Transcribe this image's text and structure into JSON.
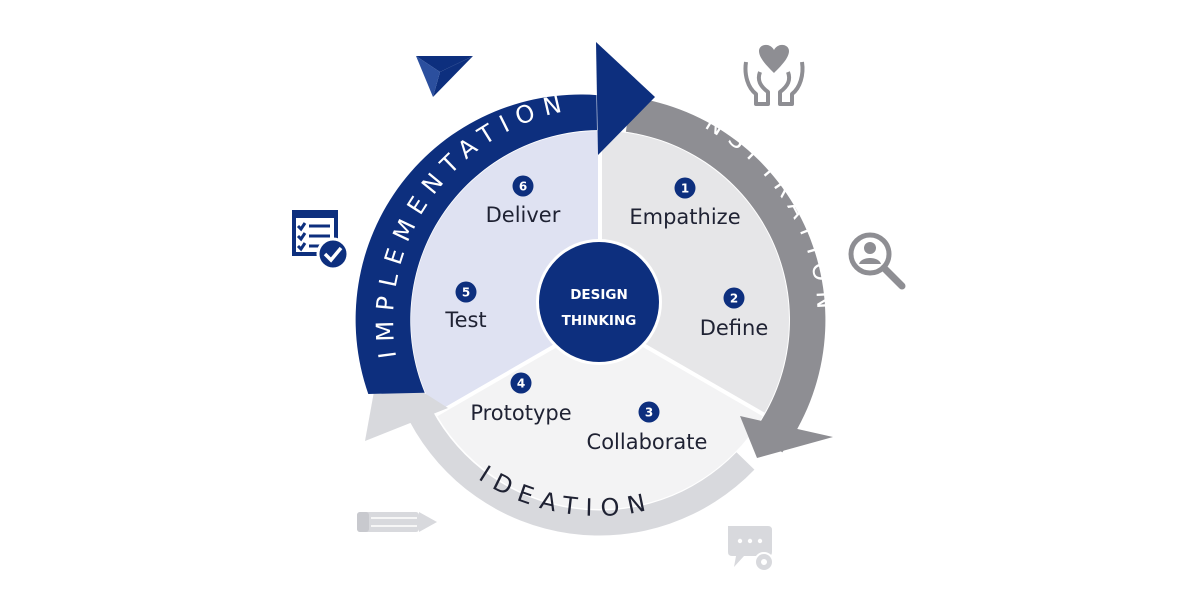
{
  "center": {
    "line1": "DESIGN",
    "line2": "THINKING"
  },
  "phases": {
    "implementation": "IMPLEMENTATION",
    "inspiration": "INSPIRATION",
    "ideation": "IDEATION"
  },
  "steps": [
    {
      "num": "1",
      "label": "Empathize"
    },
    {
      "num": "2",
      "label": "Define"
    },
    {
      "num": "3",
      "label": "Collaborate"
    },
    {
      "num": "4",
      "label": "Prototype"
    },
    {
      "num": "5",
      "label": "Test"
    },
    {
      "num": "6",
      "label": "Deliver"
    }
  ],
  "icons": {
    "implementation_top": "paper-plane-icon",
    "implementation_left": "checklist-icon",
    "inspiration_top": "heart-hands-icon",
    "inspiration_right": "user-search-icon",
    "ideation_left": "pencil-icon",
    "ideation_right": "chat-gear-icon"
  },
  "colors": {
    "implementation": "#0d2f7e",
    "inspiration": "#8e8e93",
    "ideation": "#d8d9dd",
    "center": "#0d2f7e",
    "sector_deliver_test": "#dfe2f2",
    "sector_empathize_define": "#e6e6e8",
    "sector_prototype_collaborate": "#f3f3f4"
  }
}
